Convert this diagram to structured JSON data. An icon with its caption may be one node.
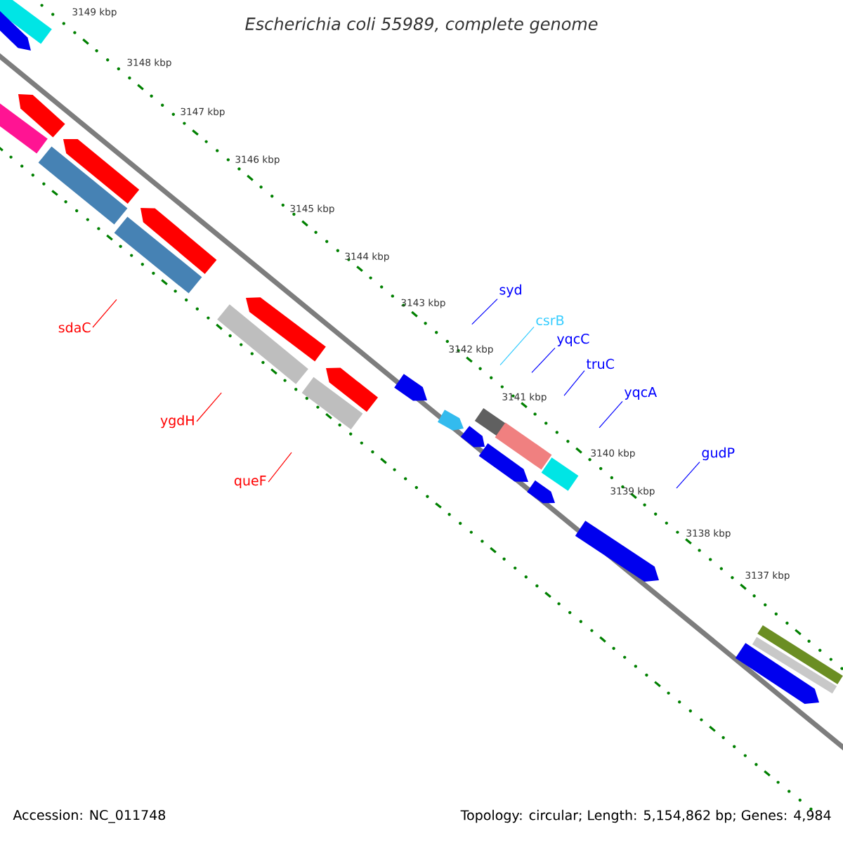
{
  "diagram": {
    "title": "Escherichia coli 55989, complete genome",
    "nodes": [
      {
        "text": [
          "syd"
        ]
      },
      {
        "text": [
          "csrB"
        ]
      },
      {
        "text": [
          "sdaC"
        ]
      },
      {
        "text": [
          "yqcC"
        ]
      },
      {
        "text": [
          "truC"
        ]
      },
      {
        "text": [
          "yqcA"
        ]
      },
      {
        "text": [
          "ygdH"
        ]
      },
      {
        "text": [
          "gudP"
        ]
      },
      {
        "text": [
          "queF"
        ]
      }
    ],
    "edges": [
      {
        "from": 0,
        "to": null,
        "arrow": "none"
      },
      {
        "from": 1,
        "to": null,
        "arrow": "none",
        "color": "#33ccff"
      },
      {
        "from": 2,
        "to": null,
        "arrow": "none",
        "color": "#ff0000"
      },
      {
        "from": 3,
        "to": null,
        "arrow": "none"
      },
      {
        "from": 4,
        "to": null,
        "arrow": "none"
      },
      {
        "from": 5,
        "to": null,
        "arrow": "none"
      },
      {
        "from": 6,
        "to": null,
        "arrow": "none",
        "color": "#ff0000"
      },
      {
        "from": 7,
        "to": null,
        "arrow": "none"
      },
      {
        "from": 8,
        "to": null,
        "arrow": "none",
        "color": "#ff0000"
      }
    ],
    "labels": [
      "3149 kbp",
      "3148 kbp",
      "3147 kbp",
      "3146 kbp",
      "3145 kbp",
      "3144 kbp",
      "3143 kbp",
      "3142 kbp",
      "3141 kbp",
      "3140 kbp",
      "3139 kbp",
      "3138 kbp",
      "3137 kbp",
      "Accession: NC_011748",
      "Topology: circular; Length: 5,154,862 bp; Genes: 4,984"
    ]
  }
}
